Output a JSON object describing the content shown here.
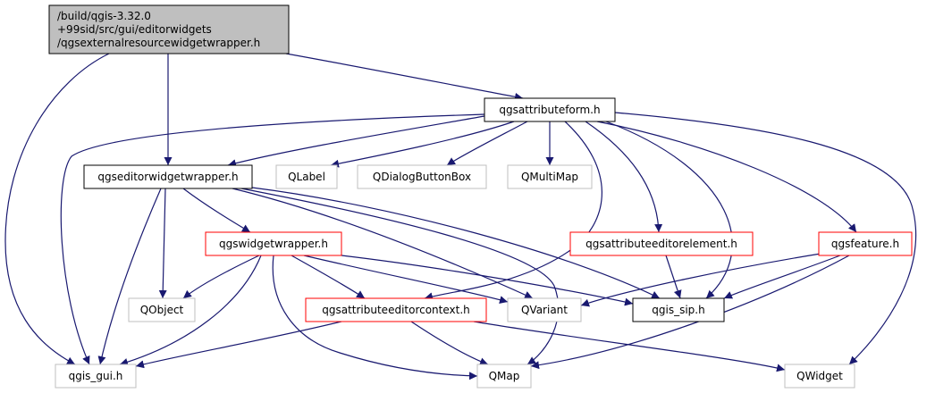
{
  "diagram": {
    "nodes": [
      {
        "id": "root",
        "label_lines": [
          "/build/qgis-3.32.0",
          "+99sid/src/gui/editorwidgets",
          "/qgsexternalresourcewidgetwrapper.h"
        ],
        "style": "root"
      },
      {
        "id": "attributeform",
        "label": "qgsattributeform.h",
        "style": "black"
      },
      {
        "id": "editorwidgetwrapper",
        "label": "qgseditorwidgetwrapper.h",
        "style": "black"
      },
      {
        "id": "qlabel",
        "label": "QLabel",
        "style": "gray"
      },
      {
        "id": "qdialogbuttonbox",
        "label": "QDialogButtonBox",
        "style": "gray"
      },
      {
        "id": "qmultimap",
        "label": "QMultiMap",
        "style": "gray"
      },
      {
        "id": "widgetwrapper",
        "label": "qgswidgetwrapper.h",
        "style": "red"
      },
      {
        "id": "attributeeditorelement",
        "label": "qgsattributeeditorelement.h",
        "style": "red"
      },
      {
        "id": "feature",
        "label": "qgsfeature.h",
        "style": "red"
      },
      {
        "id": "qobject",
        "label": "QObject",
        "style": "gray"
      },
      {
        "id": "attributeeditorcontext",
        "label": "qgsattributeeditorcontext.h",
        "style": "red"
      },
      {
        "id": "qvariant",
        "label": "QVariant",
        "style": "gray"
      },
      {
        "id": "qgis_sip",
        "label": "qgis_sip.h",
        "style": "black"
      },
      {
        "id": "qgis_gui",
        "label": "qgis_gui.h",
        "style": "gray"
      },
      {
        "id": "qmap",
        "label": "QMap",
        "style": "gray"
      },
      {
        "id": "qwidget",
        "label": "QWidget",
        "style": "gray"
      }
    ],
    "edges": [
      [
        "root",
        "attributeform"
      ],
      [
        "root",
        "editorwidgetwrapper"
      ],
      [
        "root",
        "qgis_gui"
      ],
      [
        "attributeform",
        "editorwidgetwrapper"
      ],
      [
        "attributeform",
        "qlabel"
      ],
      [
        "attributeform",
        "qdialogbuttonbox"
      ],
      [
        "attributeform",
        "qmultimap"
      ],
      [
        "attributeform",
        "attributeeditorelement"
      ],
      [
        "attributeform",
        "feature"
      ],
      [
        "attributeform",
        "qgis_gui"
      ],
      [
        "attributeform",
        "attributeeditorcontext"
      ],
      [
        "attributeform",
        "qgis_sip"
      ],
      [
        "attributeform",
        "qwidget"
      ],
      [
        "editorwidgetwrapper",
        "widgetwrapper"
      ],
      [
        "editorwidgetwrapper",
        "qobject"
      ],
      [
        "editorwidgetwrapper",
        "qgis_gui"
      ],
      [
        "editorwidgetwrapper",
        "qvariant"
      ],
      [
        "editorwidgetwrapper",
        "qmap"
      ],
      [
        "editorwidgetwrapper",
        "qgis_sip"
      ],
      [
        "widgetwrapper",
        "qobject"
      ],
      [
        "widgetwrapper",
        "qgis_gui"
      ],
      [
        "widgetwrapper",
        "attributeeditorcontext"
      ],
      [
        "widgetwrapper",
        "qvariant"
      ],
      [
        "widgetwrapper",
        "qgis_sip"
      ],
      [
        "widgetwrapper",
        "qmap"
      ],
      [
        "attributeeditorelement",
        "qgis_sip"
      ],
      [
        "feature",
        "qvariant"
      ],
      [
        "feature",
        "qgis_sip"
      ],
      [
        "feature",
        "qmap"
      ],
      [
        "attributeeditorcontext",
        "qgis_gui"
      ],
      [
        "attributeeditorcontext",
        "qmap"
      ],
      [
        "attributeeditorcontext",
        "qwidget"
      ]
    ],
    "colors": {
      "edge": "#191970",
      "root_fill": "#bfbfbf",
      "black_border": "#000000",
      "red_border": "#ff0000",
      "gray_border": "#bfbfbf",
      "text": "#000000"
    }
  }
}
